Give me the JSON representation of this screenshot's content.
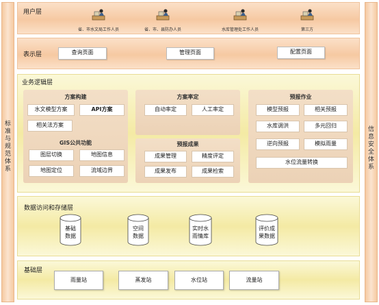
{
  "left_sidebar": {
    "text": [
      "标",
      "准",
      "与",
      "规",
      "范",
      "体",
      "系"
    ]
  },
  "right_sidebar": {
    "text": [
      "信",
      "息",
      "安",
      "全",
      "体",
      "系"
    ]
  },
  "user_layer": {
    "title": "用户层",
    "users": [
      {
        "label": "省、市水文局工作人员",
        "icon": "person-at-desk-icon"
      },
      {
        "label": "省、市、县防办人员",
        "icon": "person-at-desk-icon"
      },
      {
        "label": "水库管理处工作人员",
        "icon": "person-at-desk-icon"
      },
      {
        "label": "第三方",
        "icon": "person-at-desk-icon"
      }
    ]
  },
  "presentation_layer": {
    "title": "表示层",
    "pages": [
      "查询页面",
      "管理页面",
      "配置页面"
    ]
  },
  "business_layer": {
    "title": "业务逻辑层",
    "scheme_build": {
      "title": "方案构建",
      "items": [
        "水文模型方案",
        "API方案",
        "相关法方案"
      ]
    },
    "gis": {
      "title": "GIS公共功能",
      "items": [
        "图层切换",
        "地图信息",
        "地图定位",
        "流域边界"
      ]
    },
    "scheme_rating": {
      "title": "方案率定",
      "items": [
        "自动率定",
        "人工率定"
      ]
    },
    "forecast_result": {
      "title": "预报成果",
      "items": [
        "成果管理",
        "精度评定",
        "成果发布",
        "成果检索"
      ]
    },
    "forecast_job": {
      "title": "预报作业",
      "items": [
        "模型预报",
        "相关预报",
        "水库调洪",
        "多元回归",
        "逆向预报",
        "模拟雨量",
        "水位流量转换"
      ]
    }
  },
  "data_layer": {
    "title": "数据访问和存储层",
    "stores": [
      {
        "lines": [
          "基础",
          "数据"
        ]
      },
      {
        "lines": [
          "空间",
          "数据"
        ]
      },
      {
        "lines": [
          "实时水",
          "雨情库"
        ]
      },
      {
        "lines": [
          "评价成",
          "果数据"
        ]
      }
    ]
  },
  "base_layer": {
    "title": "基础层",
    "stations": [
      "雨量站",
      "蒸发站",
      "水位站",
      "流量站"
    ]
  },
  "colors": {
    "orange_layer": "#f6c9a2",
    "yellow_layer": "#f4eaa4",
    "group_bg": "#ecd2b6"
  }
}
